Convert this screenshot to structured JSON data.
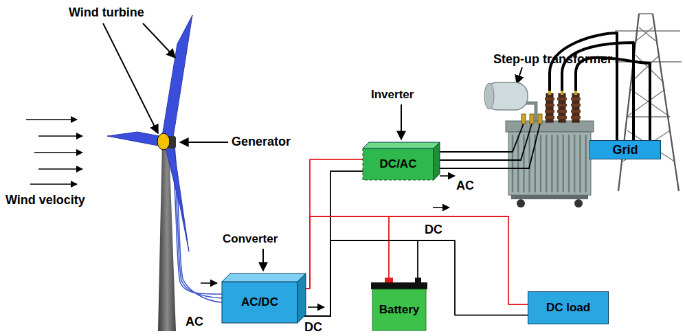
{
  "diagram": {
    "nodes": [
      {
        "text": [
          "Converter",
          "AC/DC"
        ]
      },
      {
        "text": [
          "Inverter",
          "DC/AC"
        ]
      },
      {
        "text": [
          "Battery"
        ]
      },
      {
        "text": [
          "DC load"
        ]
      },
      {
        "text": [
          "Step-up transformer"
        ]
      },
      {
        "text": [
          "Grid"
        ]
      }
    ],
    "edges": [
      {
        "from": 0,
        "to": 1,
        "arrow": "none"
      },
      {
        "from": 0,
        "to": 2,
        "arrow": "none"
      },
      {
        "from": 0,
        "to": 3,
        "arrow": "none"
      },
      {
        "from": 1,
        "to": 4,
        "arrow": "none"
      },
      {
        "from": 4,
        "to": 5,
        "arrow": "none"
      }
    ],
    "labels": [
      "Wind turbine",
      "Generator",
      "Wind velocity",
      "AC",
      "DC",
      "AC",
      "DC"
    ]
  }
}
